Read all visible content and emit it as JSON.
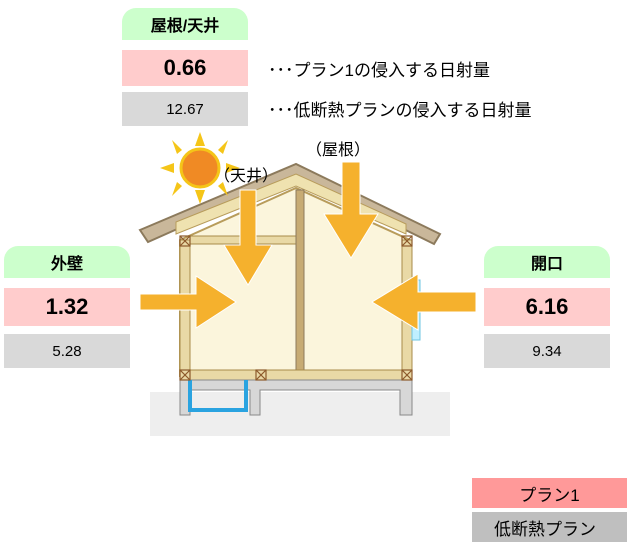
{
  "roof": {
    "title": "屋根/天井",
    "plan_value": "0.66",
    "low_value": "12.67"
  },
  "notes": {
    "plan": "･･･プラン1の侵入する日射量",
    "low": "･･･低断熱プランの侵入する日射量"
  },
  "labels": {
    "ceiling": "（天井）",
    "roof": "（屋根）"
  },
  "wall": {
    "title": "外壁",
    "plan_value": "1.32",
    "low_value": "5.28"
  },
  "opening": {
    "title": "開口",
    "plan_value": "6.16",
    "low_value": "9.34"
  },
  "legend": {
    "plan": "プラン1",
    "low": "低断熱プラン"
  },
  "colors": {
    "tag_green": "#ccffcc",
    "plan_pink": "#ffcccc",
    "low_gray": "#d9d9d9",
    "arrow_orange": "#f5b12d",
    "sun_orange": "#f39c12"
  }
}
